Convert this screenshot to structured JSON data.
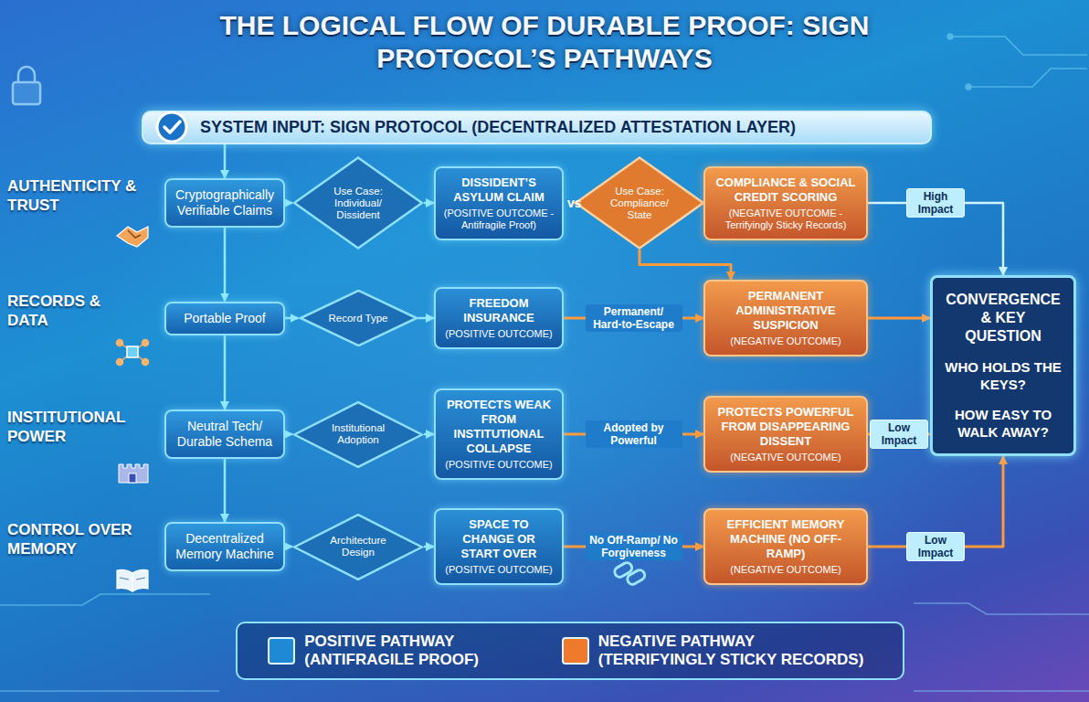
{
  "diagram": {
    "title": "THE LOGICAL FLOW OF DURABLE PROOF: SIGN PROTOCOL’S PATHWAYS",
    "nodes": [
      {
        "text": [
          "SYSTEM INPUT: SIGN PROTOCOL (DECENTRALIZED ATTESTATION LAYER)"
        ]
      },
      {
        "text": [
          "Cryptographically Verifiable Claims"
        ]
      },
      {
        "text": [
          "Use Case: Individual/ Dissident"
        ]
      },
      {
        "text": [
          "DISSIDENT’S ASYLUM CLAIM",
          "(POSITIVE OUTCOME - Antifragile Proof)"
        ]
      },
      {
        "text": [
          "Use Case: Compliance/ State"
        ]
      },
      {
        "text": [
          "COMPLIANCE & SOCIAL CREDIT SCORING",
          "(NEGATIVE OUTCOME - Terrifyingly Sticky Records)"
        ]
      },
      {
        "text": [
          "Portable Proof"
        ]
      },
      {
        "text": [
          "Record Type"
        ]
      },
      {
        "text": [
          "FREEDOM INSURANCE",
          "(POSITIVE OUTCOME)"
        ]
      },
      {
        "text": [
          "PERMANENT ADMINISTRATIVE SUSPICION",
          "(NEGATIVE OUTCOME)"
        ]
      },
      {
        "text": [
          "Neutral Tech/ Durable Schema"
        ]
      },
      {
        "text": [
          "Institutional Adoption"
        ]
      },
      {
        "text": [
          "PROTECTS WEAK FROM INSTITUTIONAL COLLAPSE",
          "(POSITIVE OUTCOME)"
        ]
      },
      {
        "text": [
          "PROTECTS POWERFUL FROM DISAPPEARING DISSENT",
          "(NEGATIVE OUTCOME)"
        ]
      },
      {
        "text": [
          "Decentralized Memory Machine"
        ]
      },
      {
        "text": [
          "Architecture Design"
        ]
      },
      {
        "text": [
          "SPACE TO CHANGE OR START OVER",
          "(POSITIVE OUTCOME)"
        ]
      },
      {
        "text": [
          "EFFICIENT MEMORY MACHINE (NO OFF-RAMP)",
          "(NEGATIVE OUTCOME)"
        ]
      },
      {
        "text": [
          "CONVERGENCE & KEY QUESTION",
          "WHO HOLDS THE KEYS?",
          "HOW EASY TO WALK AWAY?"
        ]
      }
    ],
    "edges": [
      {
        "from": 0,
        "to": 1,
        "arrow": "to"
      },
      {
        "from": 1,
        "to": 2,
        "arrow": "to"
      },
      {
        "from": 2,
        "to": 3,
        "arrow": "to"
      },
      {
        "from": 4,
        "to": 5,
        "arrow": "to"
      },
      {
        "from": 4,
        "to": 9,
        "arrow": "to"
      },
      {
        "from": 5,
        "to": 18,
        "label": "High Impact",
        "arrow": "to"
      },
      {
        "from": 1,
        "to": 6,
        "arrow": "to"
      },
      {
        "from": 6,
        "to": 10,
        "arrow": "to"
      },
      {
        "from": 10,
        "to": 14,
        "arrow": "to"
      },
      {
        "from": 6,
        "to": 7,
        "arrow": "to"
      },
      {
        "from": 7,
        "to": 8,
        "arrow": "to"
      },
      {
        "from": 8,
        "to": 9,
        "label": "Permanent/ Hard-to-Escape",
        "arrow": "to"
      },
      {
        "from": 9,
        "to": 18,
        "arrow": "to"
      },
      {
        "from": 10,
        "to": 11,
        "arrow": "to"
      },
      {
        "from": 11,
        "to": 12,
        "arrow": "to"
      },
      {
        "from": 12,
        "to": 13,
        "label": "Adopted by Powerful",
        "arrow": "to"
      },
      {
        "from": 13,
        "to": 18,
        "label": "Low Impact",
        "arrow": "to"
      },
      {
        "from": 14,
        "to": 15,
        "arrow": "to"
      },
      {
        "from": 15,
        "to": 16,
        "arrow": "to"
      },
      {
        "from": 16,
        "to": 17,
        "label": "No Off-Ramp/ No Forgiveness",
        "arrow": "to"
      },
      {
        "from": 17,
        "to": 18,
        "label": "Low Impact",
        "arrow": "to"
      }
    ],
    "labels": [
      "AUTHENTICITY & TRUST",
      "RECORDS & DATA",
      "INSTITUTIONAL POWER",
      "CONTROL OVER MEMORY",
      "vs"
    ],
    "legend": [
      {
        "text": "POSITIVE PATHWAY (ANTIFRAGILE PROOF)",
        "color": "#1e8ad6"
      },
      {
        "text": "NEGATIVE PATHWAY (TERRIFYINGLY STICKY RECORDS)",
        "color": "#f07a2c"
      }
    ]
  }
}
